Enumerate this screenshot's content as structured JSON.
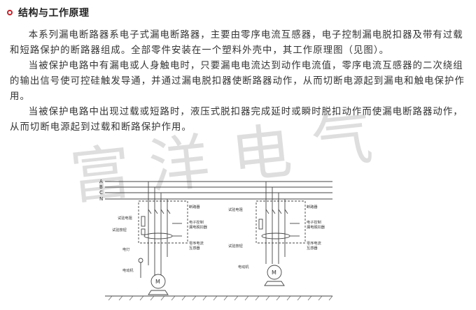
{
  "section": {
    "title": "结构与工作原理"
  },
  "paragraphs": [
    "本系列漏电断路器系电子式漏电断路器，主要由零序电流互感器，电子控制漏电脱扣器及带有过载和短路保护的断路器组成。全部零件安装在一个塑料外壳中，其工作原理图（见图）。",
    "当被保护电路中有漏电或人身触电时，只要漏电电流达到动作电流值，零序电流互感器的二次绕组的输出信号使可控硅触发导通，并通过漏电脱扣器使断路器动作，从而切断电源起到漏电和触电保护作用。",
    "当被保护电路中出现过载或短路时，液压式脱扣器完成延时或瞬时脱扣动作而使漏电断路器动作，从而切断电源起到过载和断路保护作用。"
  ],
  "watermark": {
    "chars": [
      "富",
      "洋",
      "电",
      "气"
    ]
  },
  "diagram": {
    "bus_labels": [
      "A",
      "B",
      "C",
      "N"
    ],
    "left": {
      "test_resistor": "试验电阻",
      "breaker": "断路器",
      "controller_line1": "电子控制",
      "controller_line2": "漏电脱扣器",
      "test_button": "试验按钮",
      "ct_line1": "零序电流",
      "ct_line2": "互感器",
      "lamp": "电灯",
      "motor": "电动机",
      "motor_symbol": "M"
    },
    "right": {
      "test_resistor": "试验电阻",
      "breaker": "断路器",
      "controller_line1": "电子控制",
      "controller_line2": "漏电脱扣器",
      "test_button": "试验按钮",
      "ct_line1": "零序电流",
      "ct_line2": "互感器",
      "motor": "电动机",
      "motor_symbol": "M"
    }
  }
}
